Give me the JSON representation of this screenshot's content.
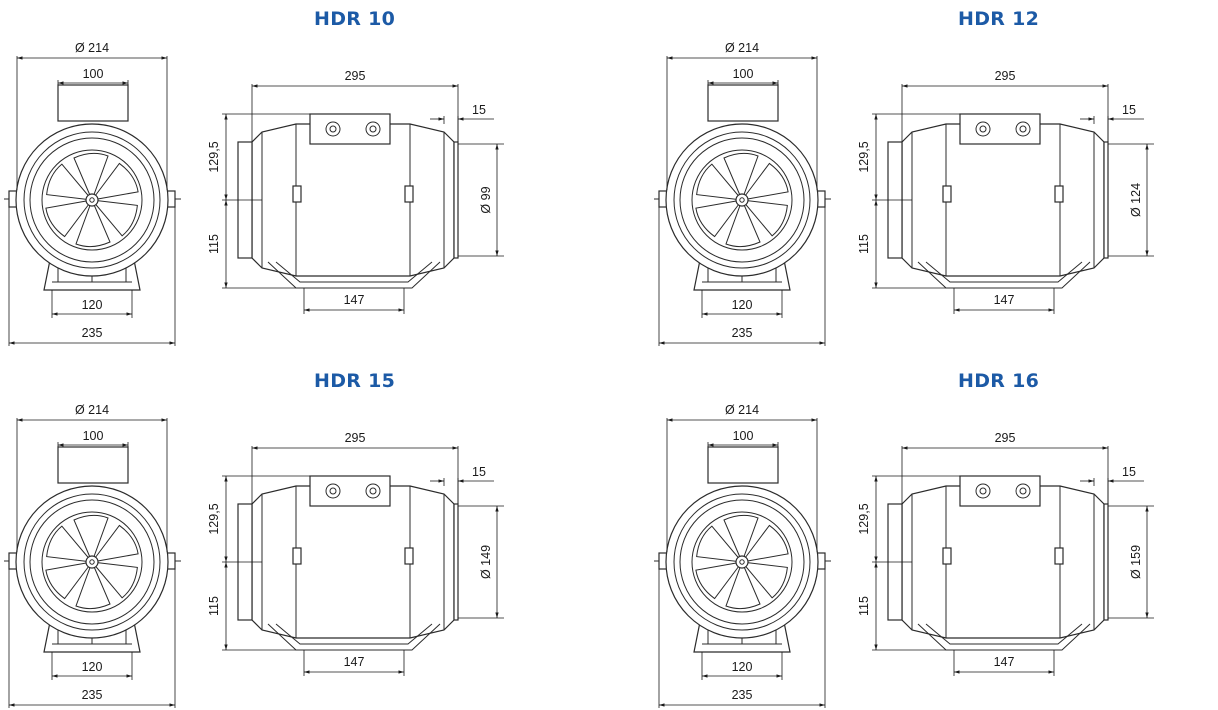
{
  "models": [
    {
      "title": "HDR 10",
      "front": {
        "diameter": "Ø 214",
        "top_width": "100",
        "base_width": "120",
        "overall_width": "235"
      },
      "side": {
        "length": "295",
        "flange": "15",
        "upper_height": "129,5",
        "lower_height": "115",
        "foot_width": "147",
        "duct_diameter": "Ø 99"
      }
    },
    {
      "title": "HDR 12",
      "front": {
        "diameter": "Ø 214",
        "top_width": "100",
        "base_width": "120",
        "overall_width": "235"
      },
      "side": {
        "length": "295",
        "flange": "15",
        "upper_height": "129,5",
        "lower_height": "115",
        "foot_width": "147",
        "duct_diameter": "Ø 124"
      }
    },
    {
      "title": "HDR 15",
      "front": {
        "diameter": "Ø 214",
        "top_width": "100",
        "base_width": "120",
        "overall_width": "235"
      },
      "side": {
        "length": "295",
        "flange": "15",
        "upper_height": "129,5",
        "lower_height": "115",
        "foot_width": "147",
        "duct_diameter": "Ø 149"
      }
    },
    {
      "title": "HDR 16",
      "front": {
        "diameter": "Ø 214",
        "top_width": "100",
        "base_width": "120",
        "overall_width": "235"
      },
      "side": {
        "length": "295",
        "flange": "15",
        "upper_height": "129,5",
        "lower_height": "115",
        "foot_width": "147",
        "duct_diameter": "Ø 159"
      }
    }
  ],
  "colors": {
    "title": "#1c5aa6",
    "line": "#1a1a1a"
  }
}
